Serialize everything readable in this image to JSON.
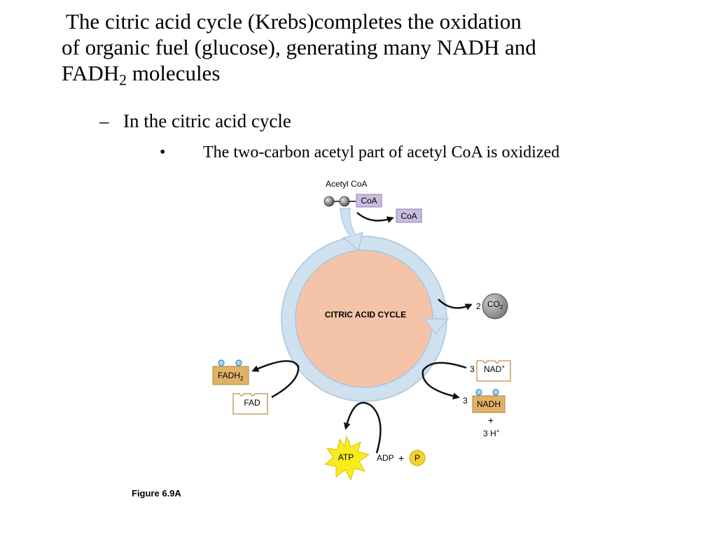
{
  "text": {
    "main_line1": "The citric acid cycle (Krebs)completes the oxidation",
    "main_line2": "of organic fuel (glucose), generating many NADH and",
    "main_line3_a": "FADH",
    "main_line3_sub": "2",
    "main_line3_b": " molecules",
    "bullet1_marker": "–",
    "bullet1": "In the citric acid cycle",
    "bullet2_marker": "•",
    "bullet2": "The two-carbon acetyl part of acetyl CoA is oxidized"
  },
  "diagram": {
    "acetyl_coa": "Acetyl CoA",
    "coa_attached": "CoA",
    "coa_released": "CoA",
    "cycle_label": "CITRIC ACID CYCLE",
    "co2_count": "2",
    "co2_label": "CO",
    "co2_sub": "2",
    "nad_count": "3",
    "nad_label": "NAD",
    "nad_sup": "+",
    "nadh_count": "3",
    "nadh_label": "NADH",
    "plus": "+",
    "h_label": "3 H",
    "h_sup": "+",
    "fadh2_label": "FADH",
    "fadh2_sub": "2",
    "fad_label": "FAD",
    "atp_label": "ATP",
    "adp_label": "ADP",
    "adp_plus": "+",
    "p_label": "P",
    "figure_label": "Figure 6.9A"
  },
  "colors": {
    "cycle_fill": "#f5c4a8",
    "cycle_ring": "#cfe0ee",
    "coa_fill": "#c8bde0",
    "carrier_fill": "#e0b266",
    "atp_fill": "#f7ec1e",
    "co2_fill": "#9a9a9a"
  }
}
